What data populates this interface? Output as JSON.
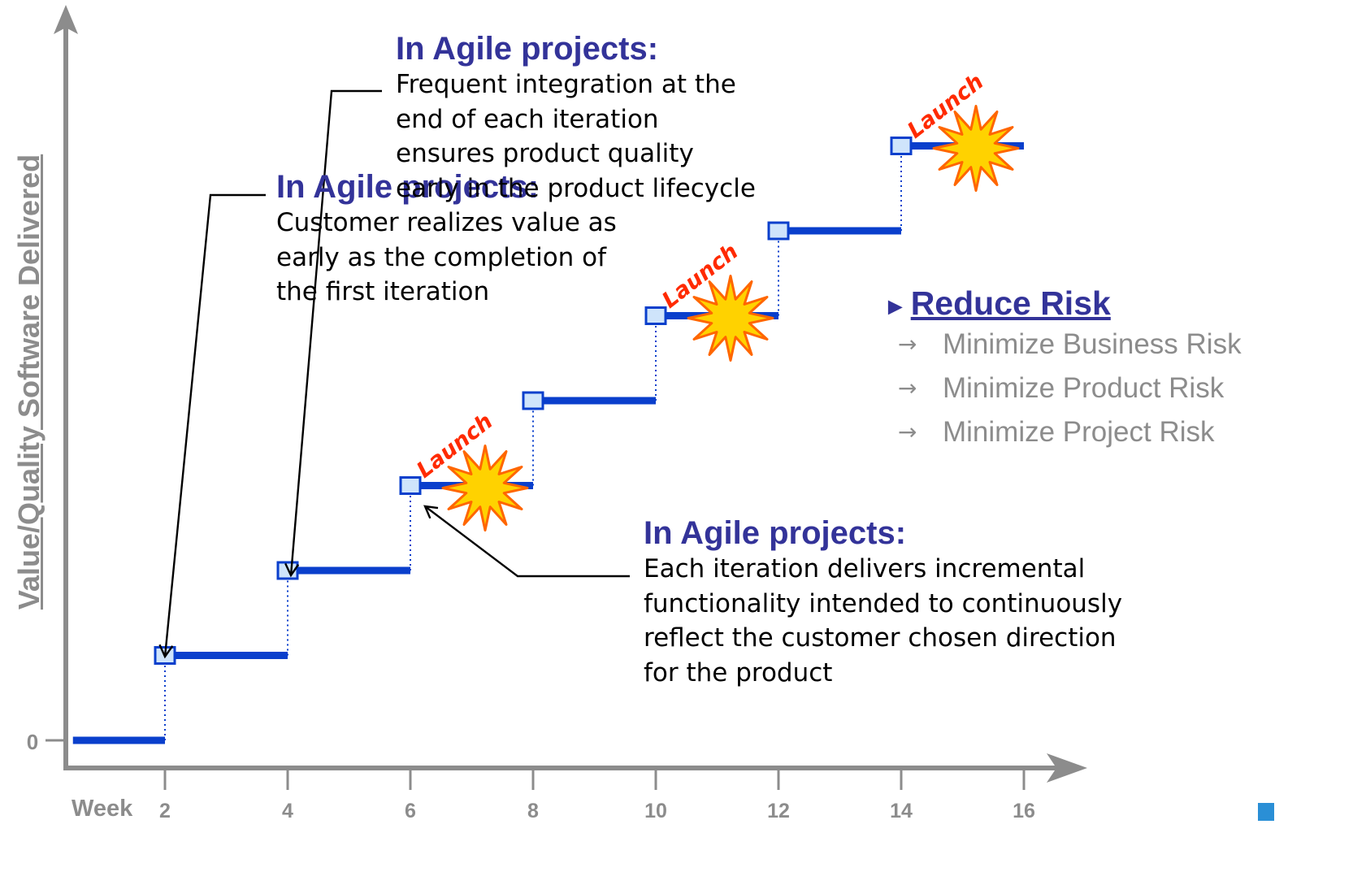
{
  "axis": {
    "y_label": "Value/Quality Software Delivered",
    "y_tick": "0",
    "x_label": "Week",
    "x_ticks": [
      "2",
      "4",
      "6",
      "8",
      "10",
      "12",
      "14",
      "16"
    ]
  },
  "steps": [
    {
      "from_week": 0.5,
      "to_week": 2,
      "level": 0
    },
    {
      "from_week": 2,
      "to_week": 4,
      "level": 1
    },
    {
      "from_week": 4,
      "to_week": 6,
      "level": 2
    },
    {
      "from_week": 6,
      "to_week": 8,
      "level": 3
    },
    {
      "from_week": 8,
      "to_week": 10,
      "level": 4
    },
    {
      "from_week": 10,
      "to_week": 12,
      "level": 5
    },
    {
      "from_week": 12,
      "to_week": 14,
      "level": 6
    },
    {
      "from_week": 14,
      "to_week": 16,
      "level": 7
    }
  ],
  "launch_label": "Launch",
  "launch_weeks": [
    6,
    10,
    14
  ],
  "colors": {
    "step_line": "#0a3fcc",
    "marker_fill": "#cfe4fb",
    "marker_border": "#0a3fcc",
    "title_text": "#333399",
    "axis": "#8c8c8c",
    "burst_fill": "#ffd200",
    "burst_stroke": "#ff6600",
    "launch_text": "#ff2a00"
  },
  "callouts": [
    {
      "title": "In Agile projects:",
      "lines": [
        "Customer realizes value as",
        "early as the completion of",
        "the first iteration"
      ]
    },
    {
      "title": "In Agile projects:",
      "lines": [
        "Frequent integration at the",
        "end of each iteration",
        "ensures product quality",
        "early in the product lifecycle"
      ]
    },
    {
      "title": "In Agile projects:",
      "lines": [
        "Each iteration delivers incremental",
        "functionality intended to continuously",
        "reflect the customer chosen direction",
        "for the product"
      ]
    }
  ],
  "risk": {
    "title": "Reduce Risk",
    "bullet_arrow": "→",
    "items": [
      "Minimize Business Risk",
      "Minimize Product Risk",
      "Minimize Project Risk"
    ]
  }
}
